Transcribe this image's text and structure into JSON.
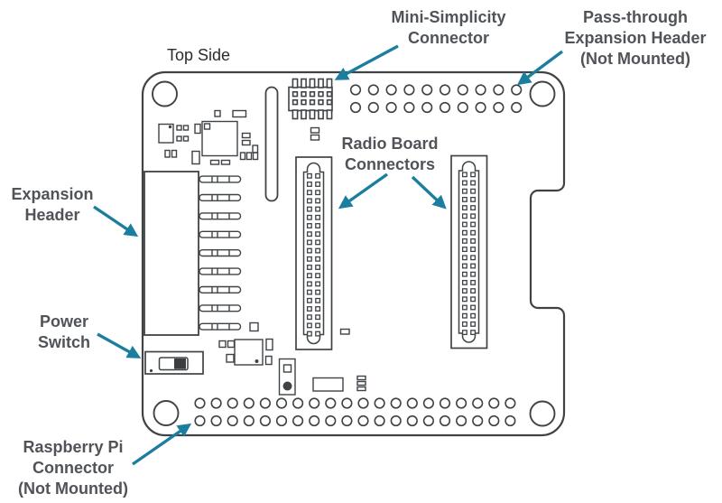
{
  "diagram": {
    "title": "Top Side",
    "labels": {
      "mini_simplicity": {
        "lines": [
          "Mini-Simplicity",
          "Connector"
        ]
      },
      "pass_through": {
        "lines": [
          "Pass-through",
          "Expansion Header",
          "(Not Mounted)"
        ]
      },
      "radio_board": {
        "lines": [
          "Radio Board",
          "Connectors"
        ]
      },
      "expansion_header": {
        "lines": [
          "Expansion",
          "Header"
        ]
      },
      "power_switch": {
        "lines": [
          "Power",
          "Switch"
        ]
      },
      "raspberry_pi": {
        "lines": [
          "Raspberry Pi",
          "Connector",
          "(Not Mounted)"
        ]
      }
    },
    "colors": {
      "label_text": "#505458",
      "title_text": "#2b2b2b",
      "arrow": "#1b7e9e",
      "board_line": "#3f4346",
      "background": "#ffffff"
    }
  },
  "board": {
    "pass_through_holes": {
      "rows": 2,
      "cols": 10
    },
    "raspberry_pi_holes": {
      "rows": 2,
      "cols": 20
    },
    "expansion_pins": 9,
    "mini_simplicity_pins_per_row": 5,
    "radio_connector_pin_rows": 20,
    "mounting_holes": 4,
    "radio_connectors": 2
  }
}
